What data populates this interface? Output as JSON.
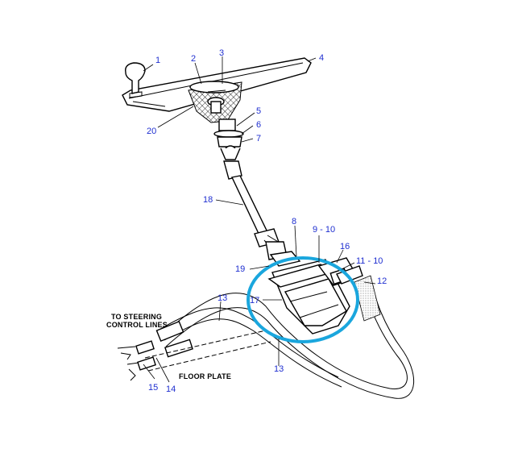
{
  "callouts": {
    "c1": "1",
    "c2": "2",
    "c3": "3",
    "c4": "4",
    "c5": "5",
    "c6": "6",
    "c7": "7",
    "c8": "8",
    "c9_10": "9 - 10",
    "c11_10": "11 - 10",
    "c12": "12",
    "c13_top": "13",
    "c13_bottom": "13",
    "c14": "14",
    "c15": "15",
    "c16": "16",
    "c17": "17",
    "c18": "18",
    "c19": "19",
    "c20": "20"
  },
  "captions": {
    "steering_lines_1": "TO STEERING",
    "steering_lines_2": "CONTROL LINES",
    "floor_plate": "FLOOR PLATE"
  },
  "highlight": {
    "color": "#1aa6dd",
    "target": "17"
  },
  "callout_color": "#1f2fd0"
}
